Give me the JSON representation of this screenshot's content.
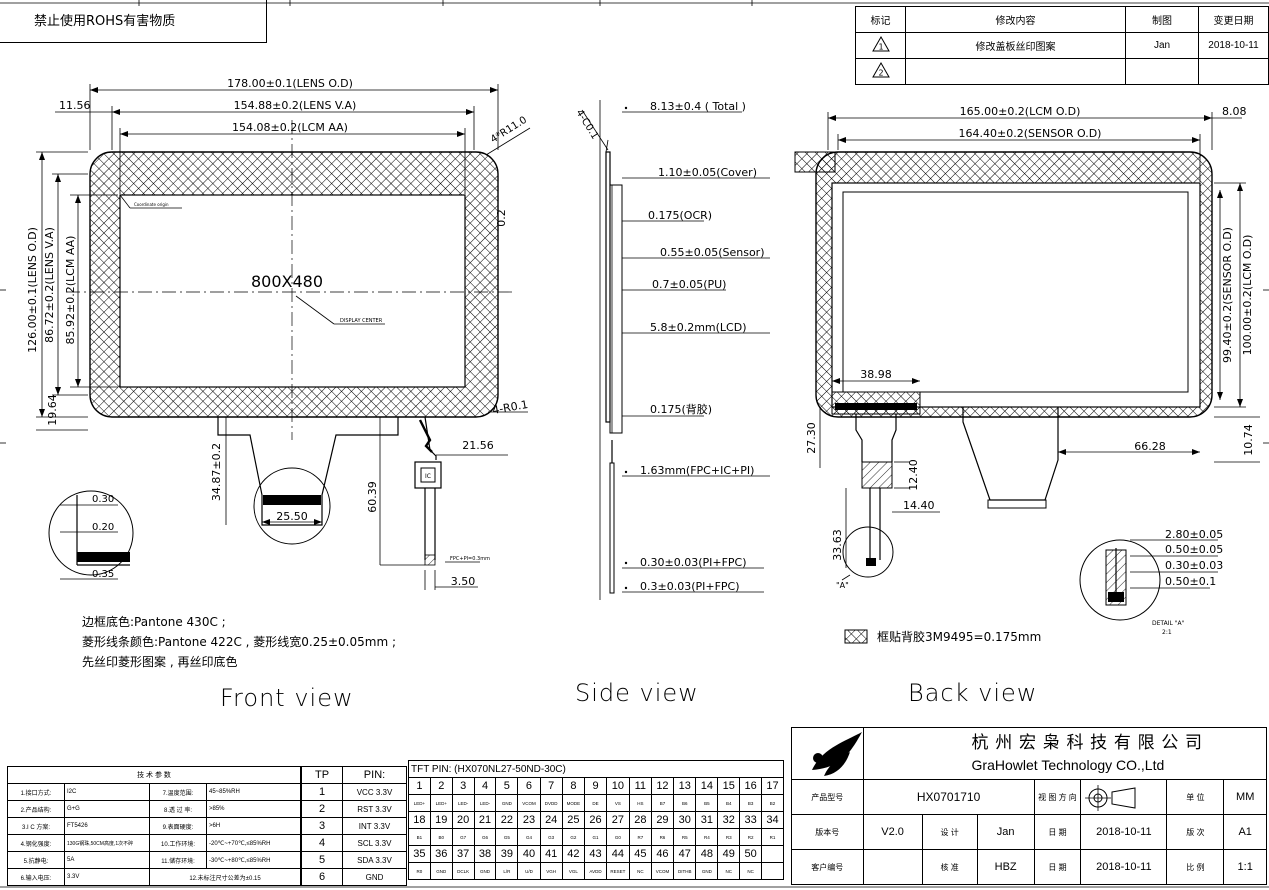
{
  "rohs_banner": "禁止使用ROHS有害物质",
  "revision_table": {
    "headers": [
      "标记",
      "修改内容",
      "制图",
      "变更日期"
    ],
    "rows": [
      {
        "mark": "1",
        "content": "修改盖板丝印图案",
        "drawer": "Jan",
        "date": "2018-10-11"
      },
      {
        "mark": "2",
        "content": "",
        "drawer": "",
        "date": ""
      }
    ]
  },
  "front_view": {
    "dims": {
      "lens_od_w": "178.00±0.1(LENS O.D)",
      "lens_va_w": "154.88±0.2(LENS V.A)",
      "lcm_aa_w": "154.08±0.2(LCM AA)",
      "left_offset": "11.56",
      "corner_r": "4*R11.0",
      "lens_od_h": "126.00±0.1(LENS O.D)",
      "lens_va_h": "86.72±0.2(LENS V.A)",
      "lcm_aa_h": "85.92±0.2(LCM AA)",
      "bottom_offset": "19.64",
      "top_gap": "0.2",
      "resolution": "800X480",
      "display_center": "DISPLAY CENTER",
      "coordinate_origin": "Coordinate origin",
      "inner_r": "4-R0.1",
      "fpc_offset": "21.56",
      "fpc_len_left": "34.87±0.2",
      "fpc_len_right": "60.39",
      "fpc_width": "25.50",
      "fpc_tail": "3.50",
      "fpc_pi": "FPC+PI=0.3mm",
      "ic_label": "IC"
    },
    "detail": {
      "d1": "0.30",
      "d2": "0.20",
      "d3": "0.35"
    },
    "notes": [
      "边框底色:Pantone 430C ;",
      "菱形线条颜色:Pantone 422C , 菱形线宽0.25±0.05mm ;",
      "先丝印菱形图案 , 再丝印底色"
    ],
    "title": "Front view"
  },
  "side_view": {
    "chamfer": "4-C0.1",
    "layers": [
      "8.13±0.4 ( Total )",
      "1.10±0.05(Cover)",
      "0.175(OCR)",
      "0.55±0.05(Sensor)",
      "0.7±0.05(PU)",
      "5.8±0.2mm(LCD)",
      "0.175(背胶)",
      "1.63mm(FPC+IC+PI)",
      "0.30±0.03(PI+FPC)",
      "0.3±0.03(PI+FPC)"
    ],
    "title": "Side view"
  },
  "back_view": {
    "lcm_od": "165.00±0.2(LCM O.D)",
    "sensor_od": "164.40±0.2(SENSOR O.D)",
    "right_offset": "8.08",
    "sensor_od_h": "99.40±0.2(SENSOR O.D)",
    "lcm_od_h": "100.00±0.2(LCM O.D)",
    "d_3898": "38.98",
    "d_2730": "27.30",
    "d_6628": "66.28",
    "d_1074": "10.74",
    "d_1240": "12.40",
    "d_1440": "14.40",
    "d_3363": "33.63",
    "detail_ref": "\"A\"",
    "detail_title": "DETAIL \"A\"",
    "detail_scale": "2:1",
    "detail_dims": [
      "2.80±0.05",
      "0.50±0.05",
      "0.30±0.03",
      "0.50±0.1"
    ],
    "adhesive_note": "框贴背胶3M9495=0.175mm",
    "title": "Back view"
  },
  "tech_params": {
    "title": "技 术 参 数",
    "rows": [
      [
        "1.接口方式:",
        "I2C",
        "7.温度范围:",
        "45~85%RH"
      ],
      [
        "2.产品结构:",
        "G+G",
        "8.透 过 率:",
        ">85%"
      ],
      [
        "3.I C 方案:",
        "FT5426",
        "9.表面硬度:",
        ">6H"
      ],
      [
        "4.钢化强度:",
        "130G钢珠,50CM高度,1次不碎",
        "10.工作环境:",
        "-20℃~+70℃,≤85%RH"
      ],
      [
        "5.抗静电:",
        "5A",
        "11.储存环境:",
        "-30℃~+80℃,≤85%RH"
      ],
      [
        "6.输入电压:",
        "3.3V",
        "12.未标注尺寸公差为±0.15",
        ""
      ]
    ]
  },
  "tp_pins": {
    "headers": [
      "TP",
      "PIN:"
    ],
    "rows": [
      [
        "1",
        "VCC 3.3V"
      ],
      [
        "2",
        "RST 3.3V"
      ],
      [
        "3",
        "INT 3.3V"
      ],
      [
        "4",
        "SCL 3.3V"
      ],
      [
        "5",
        "SDA 3.3V"
      ],
      [
        "6",
        "GND"
      ]
    ]
  },
  "tft_pins": {
    "title": "TFT PIN: (HX070NL27-50ND-30C)",
    "num_row_1": [
      "1",
      "2",
      "3",
      "4",
      "5",
      "6",
      "7",
      "8",
      "9",
      "10",
      "11",
      "12",
      "13",
      "14",
      "15",
      "16",
      "17"
    ],
    "sig_row_1": [
      "LED+",
      "LED+",
      "LED-",
      "LED-",
      "GND",
      "VCOM",
      "DVDD",
      "MODE",
      "DE",
      "VS",
      "HS",
      "B7",
      "B6",
      "B5",
      "B4",
      "B3",
      "B2"
    ],
    "num_row_2": [
      "18",
      "19",
      "20",
      "21",
      "22",
      "23",
      "24",
      "25",
      "26",
      "27",
      "28",
      "29",
      "30",
      "31",
      "32",
      "33",
      "34"
    ],
    "sig_row_2": [
      "B1",
      "B0",
      "G7",
      "G6",
      "G5",
      "G4",
      "G3",
      "G2",
      "G1",
      "G0",
      "R7",
      "R6",
      "R5",
      "R4",
      "R3",
      "R2",
      "R1"
    ],
    "num_row_3": [
      "35",
      "36",
      "37",
      "38",
      "39",
      "40",
      "41",
      "42",
      "43",
      "44",
      "45",
      "46",
      "47",
      "48",
      "49",
      "50",
      ""
    ],
    "sig_row_3": [
      "R0",
      "GND",
      "DCLK",
      "GND",
      "L/R",
      "U/D",
      "VGH",
      "VGL",
      "AVDD",
      "RESET",
      "NC",
      "VCOM",
      "DITHB",
      "GND",
      "NC",
      "NC",
      ""
    ]
  },
  "title_block": {
    "company_cn": "杭 州 宏 枭 科 技 有 限 公 司",
    "company_en": "GraHowlet Technology CO.,Ltd",
    "product_model_label": "产品型号",
    "product_model": "HX0701710",
    "view_dir_label": "视 图 方 向",
    "unit_label": "单 位",
    "unit": "MM",
    "version_label": "版本号",
    "version": "V2.0",
    "design_label": "设 计",
    "designer": "Jan",
    "date_label": "日 期",
    "design_date": "2018-10-11",
    "edition_label": "版 次",
    "edition": "A1",
    "customer_label": "客户编号",
    "customer": "",
    "approve_label": "核 准",
    "approver": "HBZ",
    "approve_date": "2018-10-11",
    "scale_label": "比 例",
    "scale": "1:1"
  }
}
